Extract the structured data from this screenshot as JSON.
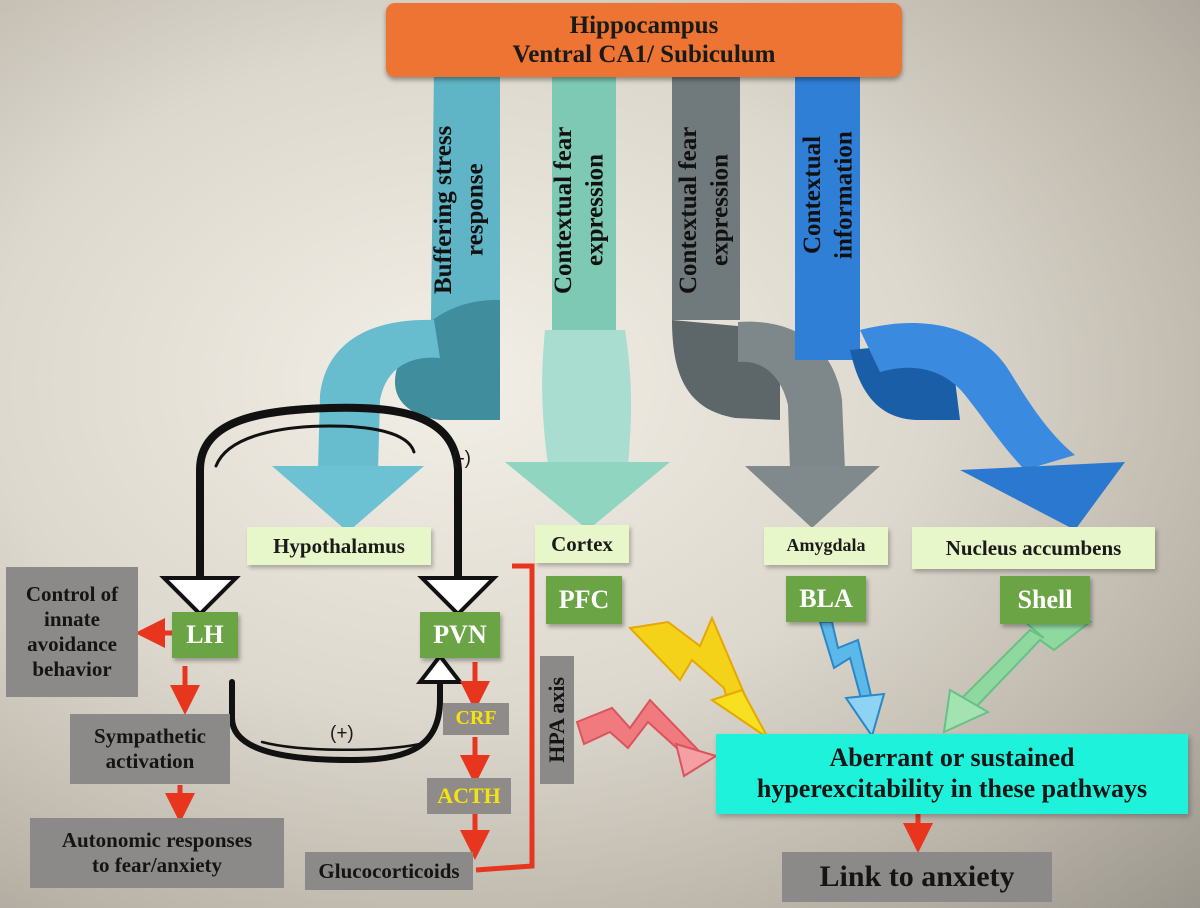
{
  "top": {
    "line1": "Hippocampus",
    "line2": "Ventral CA1/ Subiculum"
  },
  "pathways": [
    {
      "label": "Buffering stress\nresponse",
      "color": "#5fb5c6"
    },
    {
      "label": "Contextual fear\nexpression",
      "color": "#7ec9b3"
    },
    {
      "label": "Contextual fear\nexpression",
      "color": "#70797b"
    },
    {
      "label": "Contextual\ninformation",
      "color": "#2f7fd6"
    }
  ],
  "regions": {
    "hypothalamus": "Hypothalamus",
    "cortex": "Cortex",
    "amygdala": "Amygdala",
    "nucleus_accumbens": "Nucleus accumbens"
  },
  "subregions": {
    "lh": "LH",
    "pvn": "PVN",
    "pfc": "PFC",
    "bla": "BLA",
    "shell": "Shell"
  },
  "feedback": {
    "negative": "(-)",
    "positive": "(+)"
  },
  "lh_outputs": {
    "control": "Control of\ninnate\navoidance\nbehavior",
    "sympathetic": "Sympathetic\nactivation",
    "autonomic": "Autonomic responses\nto fear/anxiety"
  },
  "hpa": {
    "axis_label": "HPA axis",
    "crf": "CRF",
    "acth": "ACTH",
    "glucocorticoids": "Glucocorticoids"
  },
  "outcome": {
    "aberrant": "Aberrant or sustained\nhyperexcitability in these pathways",
    "link": "Link to anxiety"
  },
  "colors": {
    "red_arrow": "#e8361e",
    "yellow_arrow": "#f4d21a",
    "blue_arrow": "#5db8ea",
    "green_arrow": "#8fd9a0",
    "pink_arrow": "#f07a7e"
  }
}
